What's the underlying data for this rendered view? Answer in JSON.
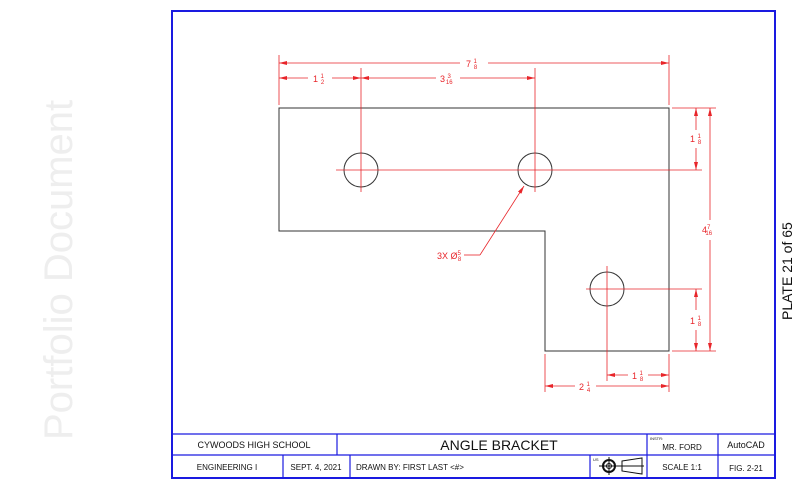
{
  "watermark": "Portfolio Document",
  "plate_label": "PLATE 21 of 65",
  "colors": {
    "border": "#1a1ae0",
    "dimension": "#e8252a",
    "object": "#333333",
    "watermark": "#eeeeee"
  },
  "dimensions": {
    "overall_width": {
      "whole": "7",
      "num": "1",
      "den": "8"
    },
    "hole1_from_left": {
      "whole": "1",
      "num": "1",
      "den": "2"
    },
    "hole_spacing": {
      "whole": "3",
      "num": "3",
      "den": "16"
    },
    "top_hole_from_top": {
      "whole": "1",
      "num": "1",
      "den": "8"
    },
    "overall_height": {
      "whole": "4",
      "num": "7",
      "den": "16"
    },
    "bottom_hole_from_bottom": {
      "whole": "1",
      "num": "1",
      "den": "8"
    },
    "bottom_hole_from_right": {
      "whole": "1",
      "num": "1",
      "den": "8"
    },
    "leg_width": {
      "whole": "2",
      "num": "1",
      "den": "4"
    },
    "hole_callout": {
      "prefix": "3X Ø",
      "num": "5",
      "den": "8"
    }
  },
  "title_block": {
    "school": "CYWOODS HIGH SCHOOL",
    "title": "ANGLE BRACKET",
    "instructor_label": "INSTR:",
    "instructor": "MR. FORD",
    "software": "AutoCAD",
    "course": "ENGINEERING I",
    "date": "SEPT. 4, 2021",
    "drawn_by": "DRAWN BY:  FIRST LAST <#>",
    "projection_label": "US",
    "scale": "SCALE 1:1",
    "figure": "FIG. 2-21"
  }
}
